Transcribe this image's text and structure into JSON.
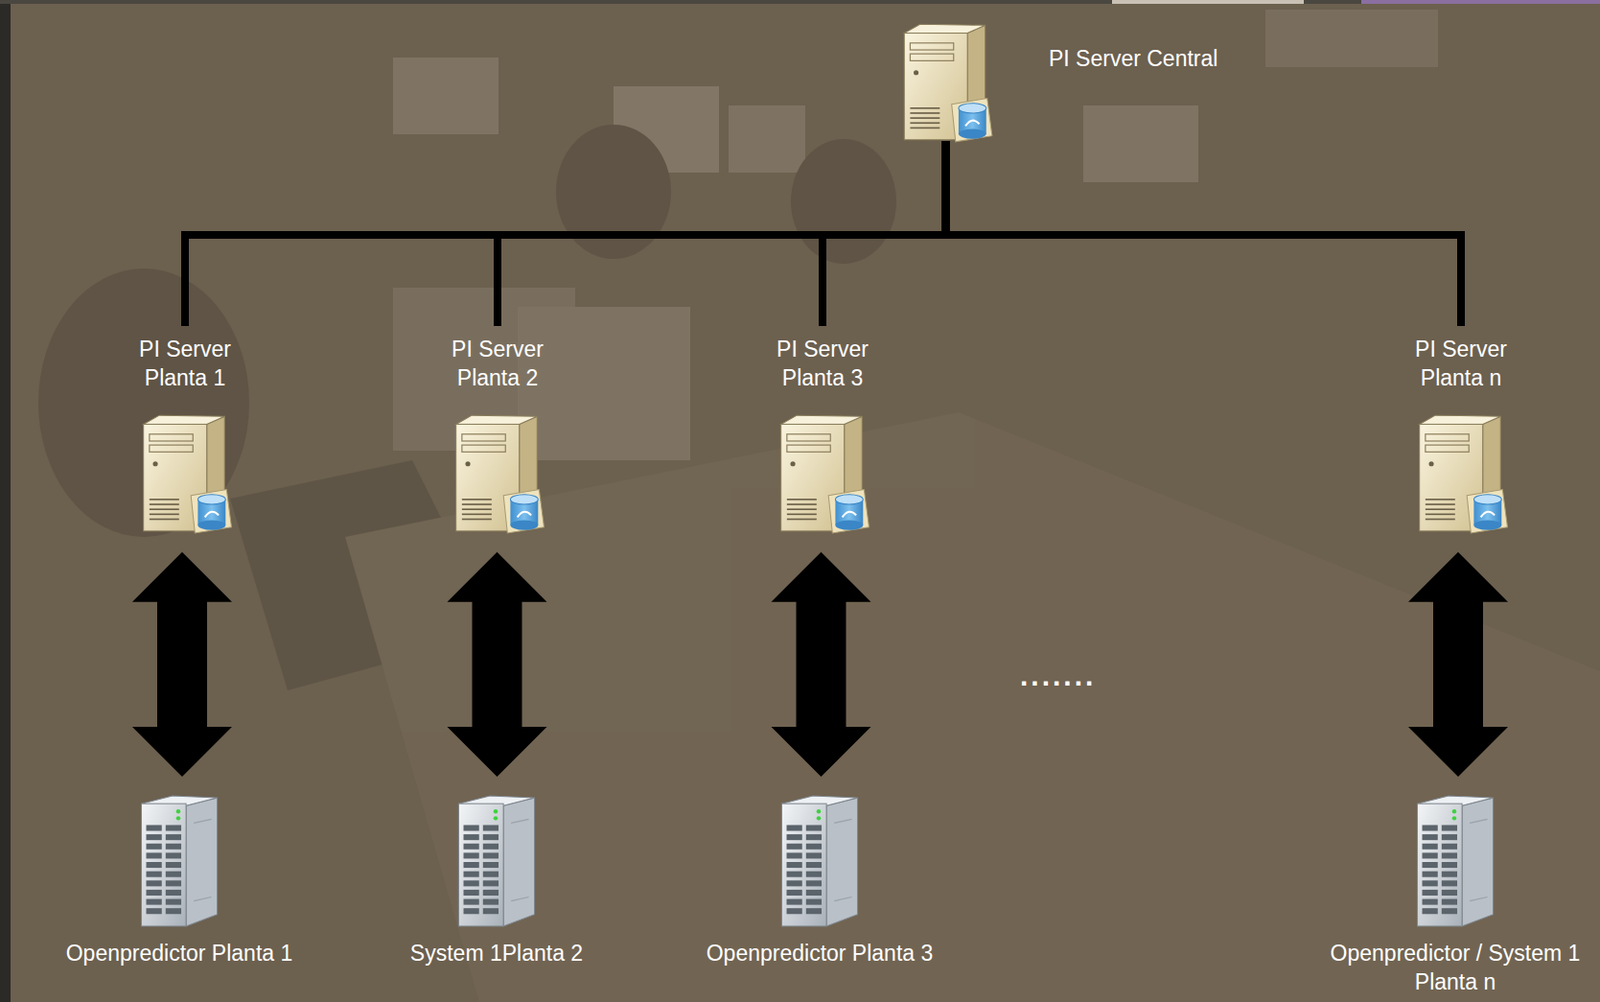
{
  "diagram": {
    "nodes": [
      {
        "text": [
          "PI Server Central"
        ]
      },
      {
        "text": [
          "PI Server Planta 1"
        ]
      },
      {
        "text": [
          "PI Server Planta 2"
        ]
      },
      {
        "text": [
          "PI Server Planta 3"
        ]
      },
      {
        "text": [
          "PI Server Planta n"
        ]
      },
      {
        "text": [
          "Openpredictor Planta 1"
        ]
      },
      {
        "text": [
          "System 1Planta 2"
        ]
      },
      {
        "text": [
          "Openpredictor Planta 3"
        ]
      },
      {
        "text": [
          "Openpredictor / System 1 Planta n"
        ]
      }
    ],
    "edges": [
      {
        "from": 0,
        "to": 1,
        "arrow": "none"
      },
      {
        "from": 0,
        "to": 2,
        "arrow": "none"
      },
      {
        "from": 0,
        "to": 3,
        "arrow": "none"
      },
      {
        "from": 0,
        "to": 4,
        "arrow": "none"
      },
      {
        "from": 1,
        "to": 5,
        "arrow": "both"
      },
      {
        "from": 2,
        "to": 6,
        "arrow": "both"
      },
      {
        "from": 3,
        "to": 7,
        "arrow": "both"
      },
      {
        "from": 4,
        "to": 8,
        "arrow": "both"
      }
    ],
    "labels": [
      "......."
    ]
  }
}
